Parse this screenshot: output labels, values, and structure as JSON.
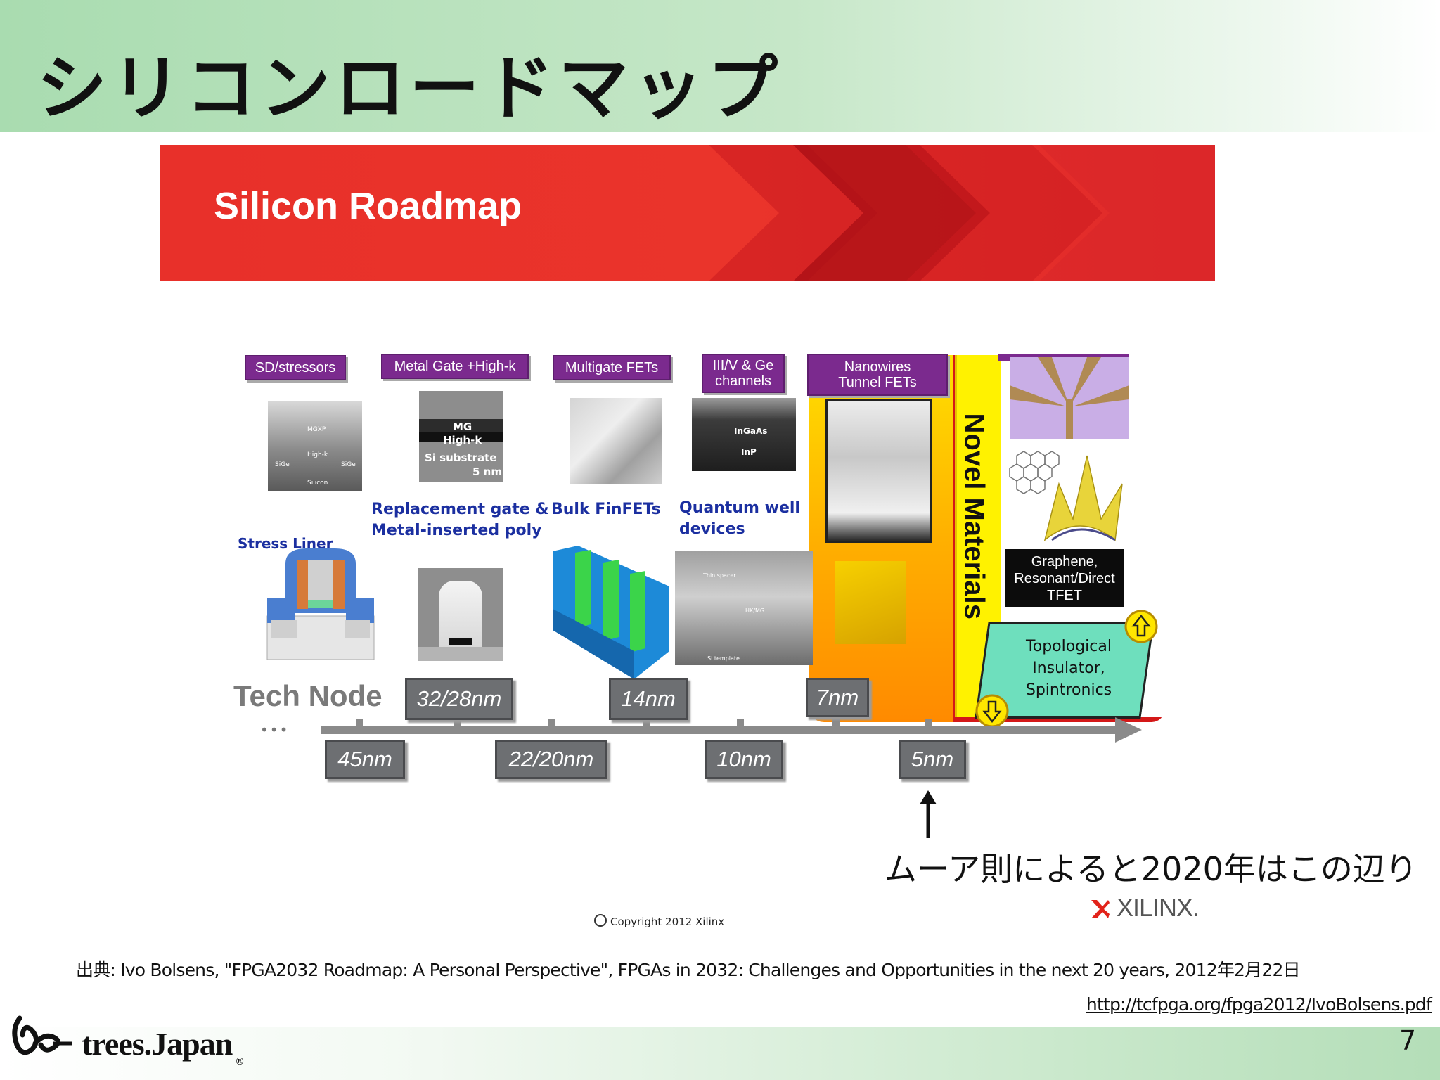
{
  "slide": {
    "title": "シリコンロードマップ",
    "page_number": "7"
  },
  "banner": {
    "title": "Silicon Roadmap"
  },
  "tags": {
    "sd": "SD/stressors",
    "metal_gate": "Metal Gate +High-k",
    "multigate": "Multigate FETs",
    "iiiv_line1": "III/V & Ge",
    "iiiv_line2": "channels",
    "nanowires_line1": "Nanowires",
    "nanowires_line2": "Tunnel FETs"
  },
  "photo_labels": {
    "mg": "MG",
    "highk": "High-k",
    "si_substrate": "Si substrate",
    "scale": "5 nm",
    "ingaas": "InGaAs",
    "inp": "InP",
    "mgxp": "MGXP",
    "sige_l": "SiGe",
    "sige_r": "SiGe",
    "highk2": "High-k",
    "silicon": "Silicon",
    "thin_spacer": "Thin spacer",
    "hk_mg": "HK/MG",
    "si_template": "Si template"
  },
  "labels": {
    "stress_liner": "Stress Liner",
    "replacement_line1": "Replacement gate &",
    "replacement_line2": "Metal-inserted poly",
    "bulk_finfets": "Bulk FinFETs",
    "quantum_line1": "Quantum well",
    "quantum_line2": "devices",
    "novel_materials": "Novel Materials",
    "graphene_line1": "Graphene,",
    "graphene_line2": "Resonant/Direct",
    "graphene_line3": "TFET",
    "topo_line1": "Topological",
    "topo_line2": "Insulator,",
    "topo_line3": "Spintronics",
    "tech_node": "Tech Node",
    "ellipsis": "•••"
  },
  "nodes": {
    "n45": "45nm",
    "n32": "32/28nm",
    "n22": "22/20nm",
    "n14": "14nm",
    "n10": "10nm",
    "n7": "7nm",
    "n5": "5nm"
  },
  "annotation": "ムーア則によると2020年はこの辺り",
  "xilinx_logo": "XILINX.",
  "copyright": "Copyright 2012 Xilinx",
  "source_citation": "出典: Ivo Bolsens, \"FPGA2032 Roadmap: A Personal Perspective\", FPGAs in 2032: Challenges and Opportunities in the next 20 years, 2012年2月22日",
  "source_url": "http://tcfpga.org/fpga2012/IvoBolsens.pdf",
  "footer_logo_text": "trees.Japan",
  "footer_logo_mark": "®",
  "colors": {
    "banner_red": "#e8302a",
    "tag_purple": "#7b2a8e",
    "label_blue": "#1b2fa0",
    "header_green": "#a9dcb0"
  }
}
